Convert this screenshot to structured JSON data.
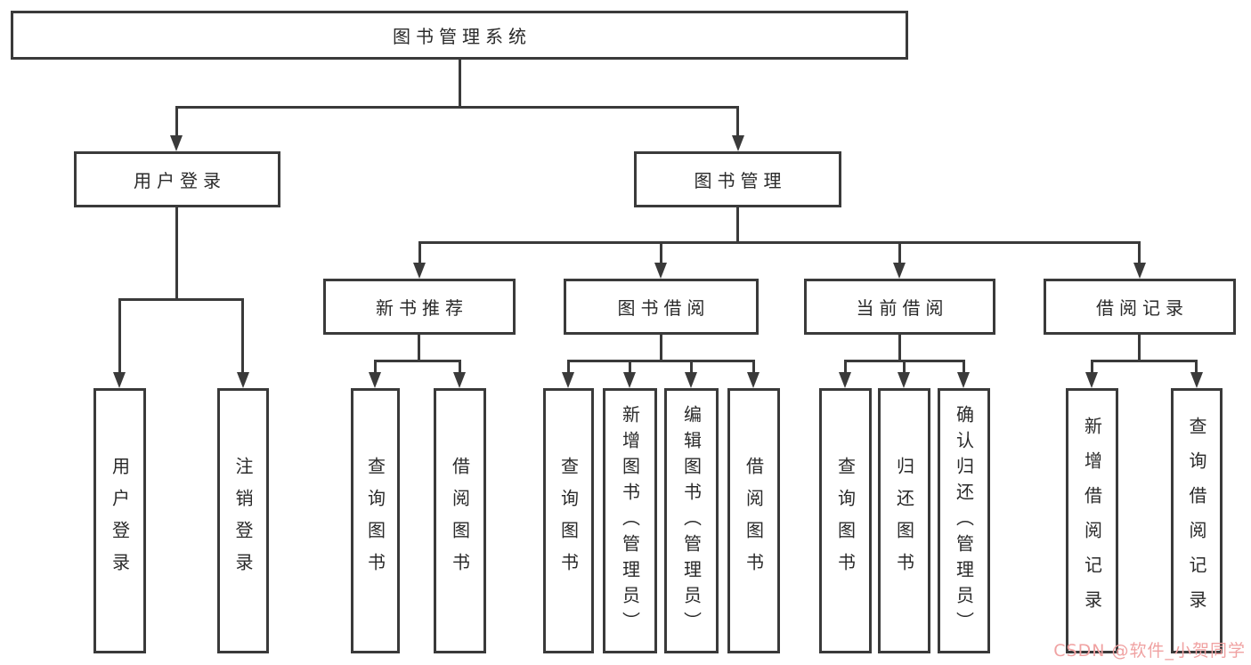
{
  "nodes": {
    "root": "图书管理系统",
    "user_login": "用户登录",
    "book_mgmt": "图书管理",
    "new_book_rec": "新书推荐",
    "book_borrow": "图书借阅",
    "current_borrow": "当前借阅",
    "borrow_records": "借阅记录"
  },
  "leaves": {
    "user_login": [
      "用户登录",
      "注销登录"
    ],
    "new_book_rec": [
      "查询图书",
      "借阅图书"
    ],
    "book_borrow": [
      "查询图书",
      "新增图书（管理员）",
      "编辑图书（管理员）",
      "借阅图书"
    ],
    "current_borrow": [
      "查询图书",
      "归还图书",
      "确认归还（管理员）"
    ],
    "borrow_records": [
      "新增借阅记录",
      "查询借阅记录"
    ]
  },
  "watermark": "CSDN @软件_小贺同学",
  "colors": {
    "line": "#3a3a3a",
    "text": "#2a2a2a",
    "watermark": "#f0a2a2",
    "background": "#ffffff"
  }
}
